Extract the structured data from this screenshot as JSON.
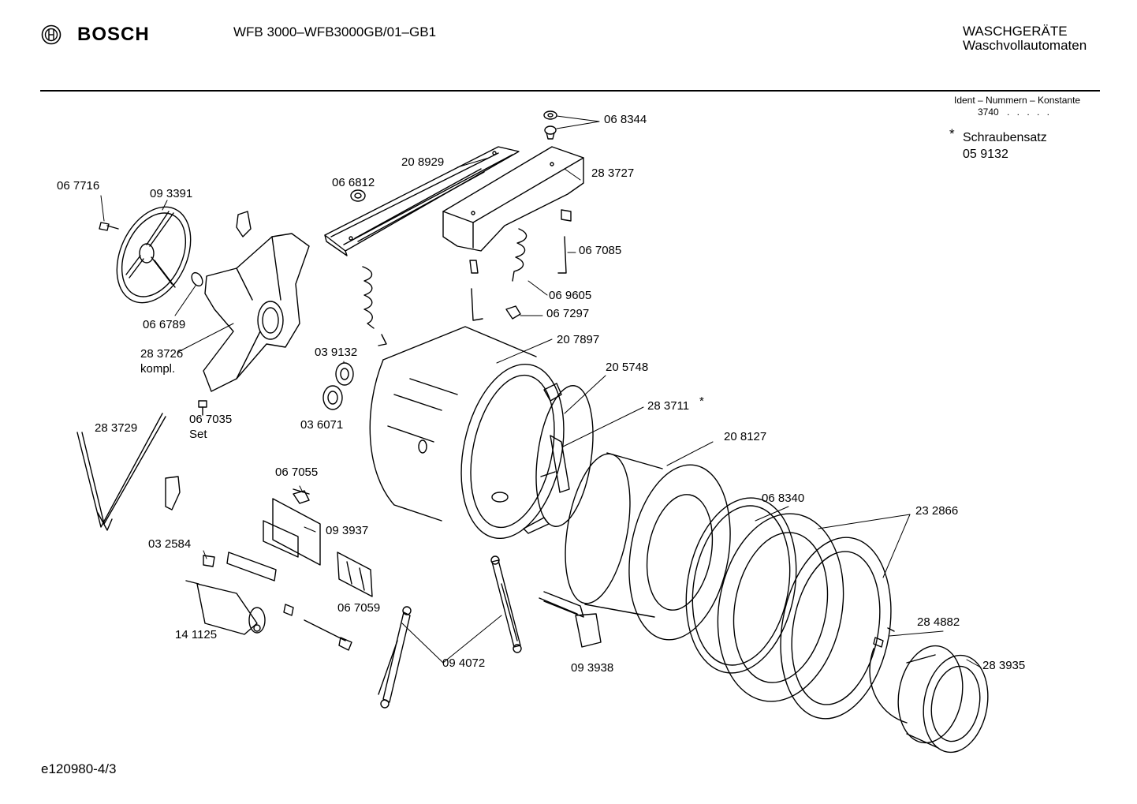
{
  "header": {
    "brand": "BOSCH",
    "model": "WFB 3000–WFB3000GB/01–GB1",
    "category_1": "WASCHGERÄTE",
    "category_2": "Waschvollautomaten"
  },
  "ident": {
    "title": "Ident – Nummern – Konstante",
    "constant": "3740",
    "dots": ". . . . ."
  },
  "screw_set": {
    "marker": "*",
    "label": "Schraubensatz",
    "number": "05 9132"
  },
  "footer": {
    "doc_id": "e120980-4/3"
  },
  "parts": {
    "p068344": "06 8344",
    "p208929": "20 8929",
    "p283727": "28 3727",
    "p066812": "06 6812",
    "p067716": "06 7716",
    "p093391": "09 3391",
    "p067085": "06 7085",
    "p069605": "06 9605",
    "p067297": "06 7297",
    "p066789": "06 6789",
    "p283726": "28 3726",
    "p283726_kompl": "kompl.",
    "p039132": "03 9132",
    "p207897": "20 7897",
    "p205748": "20 5748",
    "p036071": "03 6071",
    "p283711": "28 3711",
    "p283711_star": "*",
    "p067035": "06 7035",
    "p067035_set": "Set",
    "p283729": "28 3729",
    "p208127": "20 8127",
    "p067055": "06 7055",
    "p068340": "06 8340",
    "p232866": "23 2866",
    "p093937": "09 3937",
    "p032584": "03 2584",
    "p067059": "06 7059",
    "p141125": "14 1125",
    "p284882": "28 4882",
    "p094072": "09 4072",
    "p093938": "09 3938",
    "p283935": "28 3935"
  }
}
